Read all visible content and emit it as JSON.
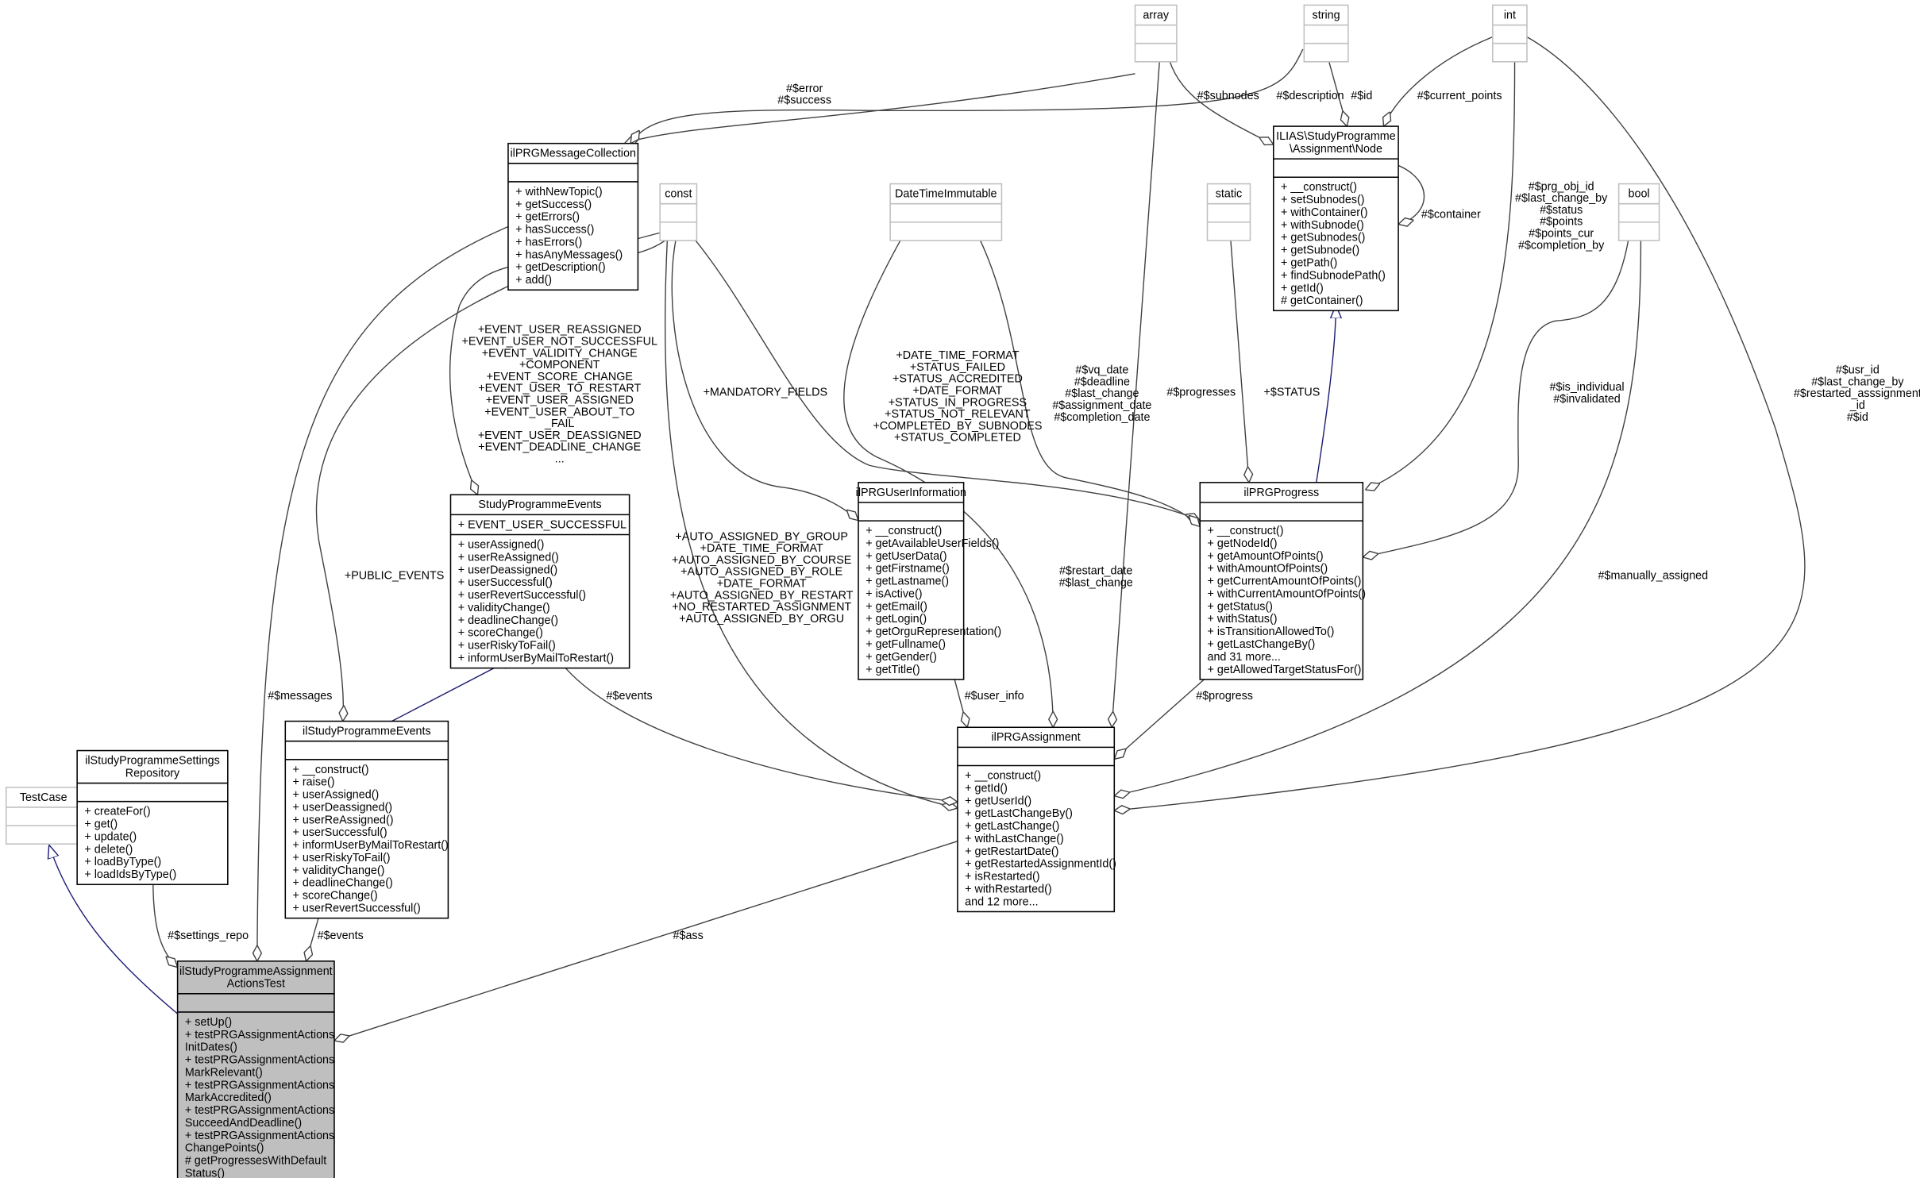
{
  "colors": {
    "box_border": "#000000",
    "external_border": "#bfbfbf",
    "highlight_fill": "#bfbfbf",
    "inheritance_edge": "#191970",
    "usage_edge": "#404040"
  },
  "classes": [
    {
      "id": "TestCase",
      "title": [
        "TestCase"
      ],
      "attributes": [],
      "methods": [],
      "external": true
    },
    {
      "id": "SettingsRepo",
      "title": [
        "ilStudyProgrammeSettings",
        "Repository"
      ],
      "attributes": [],
      "methods": [
        "+ createFor()",
        "+ get()",
        "+ update()",
        "+ delete()",
        "+ loadByType()",
        "+ loadIdsByType()"
      ]
    },
    {
      "id": "ActionsTest",
      "title": [
        "ilStudyProgrammeAssignment",
        "ActionsTest"
      ],
      "attributes": [],
      "methods": [
        "+ setUp()",
        "+ testPRGAssignmentActions",
        "InitDates()",
        "+ testPRGAssignmentActions",
        "MarkRelevant()",
        "+ testPRGAssignmentActions",
        "MarkAccredited()",
        "+ testPRGAssignmentActions",
        "SucceedAndDeadline()",
        "+ testPRGAssignmentActions",
        "ChangePoints()",
        "# getProgressesWithDefault",
        "Status()"
      ],
      "highlighted": true
    },
    {
      "id": "ilEvents",
      "title": [
        "ilStudyProgrammeEvents"
      ],
      "attributes": [],
      "methods": [
        "+ __construct()",
        "+ raise()",
        "+ userAssigned()",
        "+ userDeassigned()",
        "+ userReAssigned()",
        "+ userSuccessful()",
        "+ informUserByMailToRestart()",
        "+ userRiskyToFail()",
        "+ validityChange()",
        "+ deadlineChange()",
        "+ scoreChange()",
        "+ userRevertSuccessful()"
      ]
    },
    {
      "id": "SPEvents",
      "title": [
        "StudyProgrammeEvents"
      ],
      "attributes": [
        "+ EVENT_USER_SUCCESSFUL"
      ],
      "methods": [
        "+ userAssigned()",
        "+ userReAssigned()",
        "+ userDeassigned()",
        "+ userSuccessful()",
        "+ userRevertSuccessful()",
        "+ validityChange()",
        "+ deadlineChange()",
        "+ scoreChange()",
        "+ userRiskyToFail()",
        "+ informUserByMailToRestart()"
      ]
    },
    {
      "id": "MsgColl",
      "title": [
        "ilPRGMessageCollection"
      ],
      "attributes": [],
      "methods": [
        "+ withNewTopic()",
        "+ getSuccess()",
        "+ getErrors()",
        "+ hasSuccess()",
        "+ hasErrors()",
        "+ hasAnyMessages()",
        "+ getDescription()",
        "+ add()"
      ]
    },
    {
      "id": "const",
      "title": [
        "const"
      ],
      "attributes": [],
      "methods": [],
      "external": true
    },
    {
      "id": "DTI",
      "title": [
        "DateTimeImmutable"
      ],
      "attributes": [],
      "methods": [],
      "external": true
    },
    {
      "id": "array",
      "title": [
        "array"
      ],
      "attributes": [],
      "methods": [],
      "external": true
    },
    {
      "id": "string",
      "title": [
        "string"
      ],
      "attributes": [],
      "methods": [],
      "external": true
    },
    {
      "id": "int",
      "title": [
        "int"
      ],
      "attributes": [],
      "methods": [],
      "external": true
    },
    {
      "id": "static",
      "title": [
        "static"
      ],
      "attributes": [],
      "methods": [],
      "external": true
    },
    {
      "id": "bool",
      "title": [
        "bool"
      ],
      "attributes": [],
      "methods": [],
      "external": true
    },
    {
      "id": "Node",
      "title": [
        "ILIAS\\StudyProgramme",
        "\\Assignment\\Node"
      ],
      "attributes": [],
      "methods": [
        "+ __construct()",
        "+ setSubnodes()",
        "+ withContainer()",
        "+ withSubnode()",
        "+ getSubnodes()",
        "+ getSubnode()",
        "+ getPath()",
        "+ findSubnodePath()",
        "+ getId()",
        "# getContainer()"
      ]
    },
    {
      "id": "UserInfo",
      "title": [
        "ilPRGUserInformation"
      ],
      "attributes": [],
      "methods": [
        "+ __construct()",
        "+ getAvailableUserFields()",
        "+ getUserData()",
        "+ getFirstname()",
        "+ getLastname()",
        "+ isActive()",
        "+ getEmail()",
        "+ getLogin()",
        "+ getOrguRepresentation()",
        "+ getFullname()",
        "+ getGender()",
        "+ getTitle()"
      ]
    },
    {
      "id": "Progress",
      "title": [
        "ilPRGProgress"
      ],
      "attributes": [],
      "methods": [
        "+ __construct()",
        "+ getNodeId()",
        "+ getAmountOfPoints()",
        "+ withAmountOfPoints()",
        "+ getCurrentAmountOfPoints()",
        "+ withCurrentAmountOfPoints()",
        "+ getStatus()",
        "+ withStatus()",
        "+ isTransitionAllowedTo()",
        "+ getLastChangeBy()",
        "and 31 more...",
        "+ getAllowedTargetStatusFor()"
      ]
    },
    {
      "id": "Assignment",
      "title": [
        "ilPRGAssignment"
      ],
      "attributes": [],
      "methods": [
        "+ __construct()",
        "+ getId()",
        "+ getUserId()",
        "+ getLastChangeBy()",
        "+ getLastChange()",
        "+ withLastChange()",
        "+ getRestartDate()",
        "+ getRestartedAssignmentId()",
        "+ isRestarted()",
        "+ withRestarted()",
        "and 12 more..."
      ]
    }
  ],
  "edges": [
    {
      "id": "e1",
      "kind": "inheritance",
      "from": "ActionsTest",
      "to": "TestCase",
      "labels": []
    },
    {
      "id": "e2",
      "kind": "usage",
      "from": "SettingsRepo",
      "to": "ActionsTest",
      "labels": [
        "#$settings_repo"
      ]
    },
    {
      "id": "e3",
      "kind": "usage",
      "from": "MsgColl",
      "to": "ActionsTest",
      "labels": [
        "#$messages"
      ]
    },
    {
      "id": "e4",
      "kind": "usage",
      "from": "ilEvents",
      "to": "ActionsTest",
      "labels": [
        "#$events"
      ]
    },
    {
      "id": "e5",
      "kind": "usage",
      "from": "Assignment",
      "to": "ActionsTest",
      "labels": [
        "#$ass"
      ]
    },
    {
      "id": "e6",
      "kind": "inheritance",
      "from": "ilEvents",
      "to": "SPEvents",
      "labels": []
    },
    {
      "id": "e7",
      "kind": "usage",
      "from": "const",
      "to": "ilEvents",
      "labels": [
        "+PUBLIC_EVENTS"
      ]
    },
    {
      "id": "e8",
      "kind": "usage",
      "from": "const",
      "to": "SPEvents",
      "labels": [
        "+EVENT_USER_REASSIGNED",
        "+EVENT_USER_NOT_SUCCESSFUL",
        "+EVENT_VALIDITY_CHANGE",
        "+COMPONENT",
        "+EVENT_SCORE_CHANGE",
        "+EVENT_USER_TO_RESTART",
        "+EVENT_USER_ASSIGNED",
        "+EVENT_USER_ABOUT_TO",
        "_FAIL",
        "+EVENT_USER_DEASSIGNED",
        "+EVENT_DEADLINE_CHANGE",
        "..."
      ]
    },
    {
      "id": "e9",
      "kind": "usage",
      "from": "const",
      "to": "UserInfo",
      "labels": [
        "+MANDATORY_FIELDS"
      ]
    },
    {
      "id": "e10",
      "kind": "usage",
      "from": "const",
      "to": "Progress",
      "labels": [
        "+DATE_TIME_FORMAT",
        "+STATUS_FAILED",
        "+STATUS_ACCREDITED",
        "+DATE_FORMAT",
        "+STATUS_IN_PROGRESS",
        "+STATUS_NOT_RELEVANT",
        "+COMPLETED_BY_SUBNODES",
        "+STATUS_COMPLETED"
      ]
    },
    {
      "id": "e11",
      "kind": "usage",
      "from": "const",
      "to": "Assignment",
      "labels": [
        "+AUTO_ASSIGNED_BY_GROUP",
        "+DATE_TIME_FORMAT",
        "+AUTO_ASSIGNED_BY_COURSE",
        "+AUTO_ASSIGNED_BY_ROLE",
        "+DATE_FORMAT",
        "+AUTO_ASSIGNED_BY_RESTART",
        "+NO_RESTARTED_ASSIGNMENT",
        "+AUTO_ASSIGNED_BY_ORGU"
      ]
    },
    {
      "id": "e12",
      "kind": "usage",
      "from": "DTI",
      "to": "Progress",
      "labels": [
        "#$vq_date",
        "#$deadline",
        "#$last_change",
        "#$assignment_date",
        "#$completion_date"
      ]
    },
    {
      "id": "e13",
      "kind": "usage",
      "from": "DTI",
      "to": "Assignment",
      "labels": [
        "#$restart_date",
        "#$last_change"
      ]
    },
    {
      "id": "e14",
      "kind": "usage",
      "from": "array",
      "to": "Assignment",
      "labels": [
        "#$progresses"
      ]
    },
    {
      "id": "e15",
      "kind": "usage",
      "from": "array",
      "to": "Node",
      "labels": [
        "#$subnodes"
      ]
    },
    {
      "id": "e16",
      "kind": "usage",
      "from": "array",
      "to": "MsgColl",
      "labels": [
        "#$error",
        "#$success"
      ]
    },
    {
      "id": "e17",
      "kind": "usage",
      "from": "string",
      "to": "MsgColl",
      "labels": [
        "#$description"
      ]
    },
    {
      "id": "e18",
      "kind": "usage",
      "from": "string",
      "to": "Node",
      "labels": [
        "#$id"
      ]
    },
    {
      "id": "e19",
      "kind": "usage",
      "from": "int",
      "to": "Node",
      "labels": [
        "#$current_points"
      ]
    },
    {
      "id": "e20",
      "kind": "usage",
      "from": "int",
      "to": "Progress",
      "labels": [
        "#$prg_obj_id",
        "#$last_change_by",
        "#$status",
        "#$points",
        "#$points_cur",
        "#$completion_by"
      ]
    },
    {
      "id": "e21",
      "kind": "usage",
      "from": "int",
      "to": "Assignment",
      "labels": [
        "#$usr_id",
        "#$last_change_by",
        "#$restarted_asssignment",
        "_id",
        "#$id"
      ]
    },
    {
      "id": "e22",
      "kind": "usage",
      "from": "static",
      "to": "Progress",
      "labels": [
        "+$STATUS"
      ]
    },
    {
      "id": "e23",
      "kind": "inheritance",
      "from": "Progress",
      "to": "Node",
      "labels": []
    },
    {
      "id": "e24",
      "kind": "usage",
      "from": "bool",
      "to": "Progress",
      "labels": [
        "#$is_individual",
        "#$invalidated"
      ]
    },
    {
      "id": "e25",
      "kind": "usage",
      "from": "bool",
      "to": "Assignment",
      "labels": [
        "#$manually_assigned"
      ]
    },
    {
      "id": "e26",
      "kind": "usage",
      "from": "UserInfo",
      "to": "Assignment",
      "labels": [
        "#$user_info"
      ]
    },
    {
      "id": "e27",
      "kind": "usage",
      "from": "Progress",
      "to": "Assignment",
      "labels": [
        "#$progress"
      ]
    },
    {
      "id": "e28",
      "kind": "usage",
      "from": "SPEvents",
      "to": "Assignment",
      "labels": [
        "#$events"
      ]
    },
    {
      "id": "e29",
      "kind": "usage",
      "from": "Node",
      "to": "Node",
      "labels": [
        "#$container"
      ]
    }
  ]
}
